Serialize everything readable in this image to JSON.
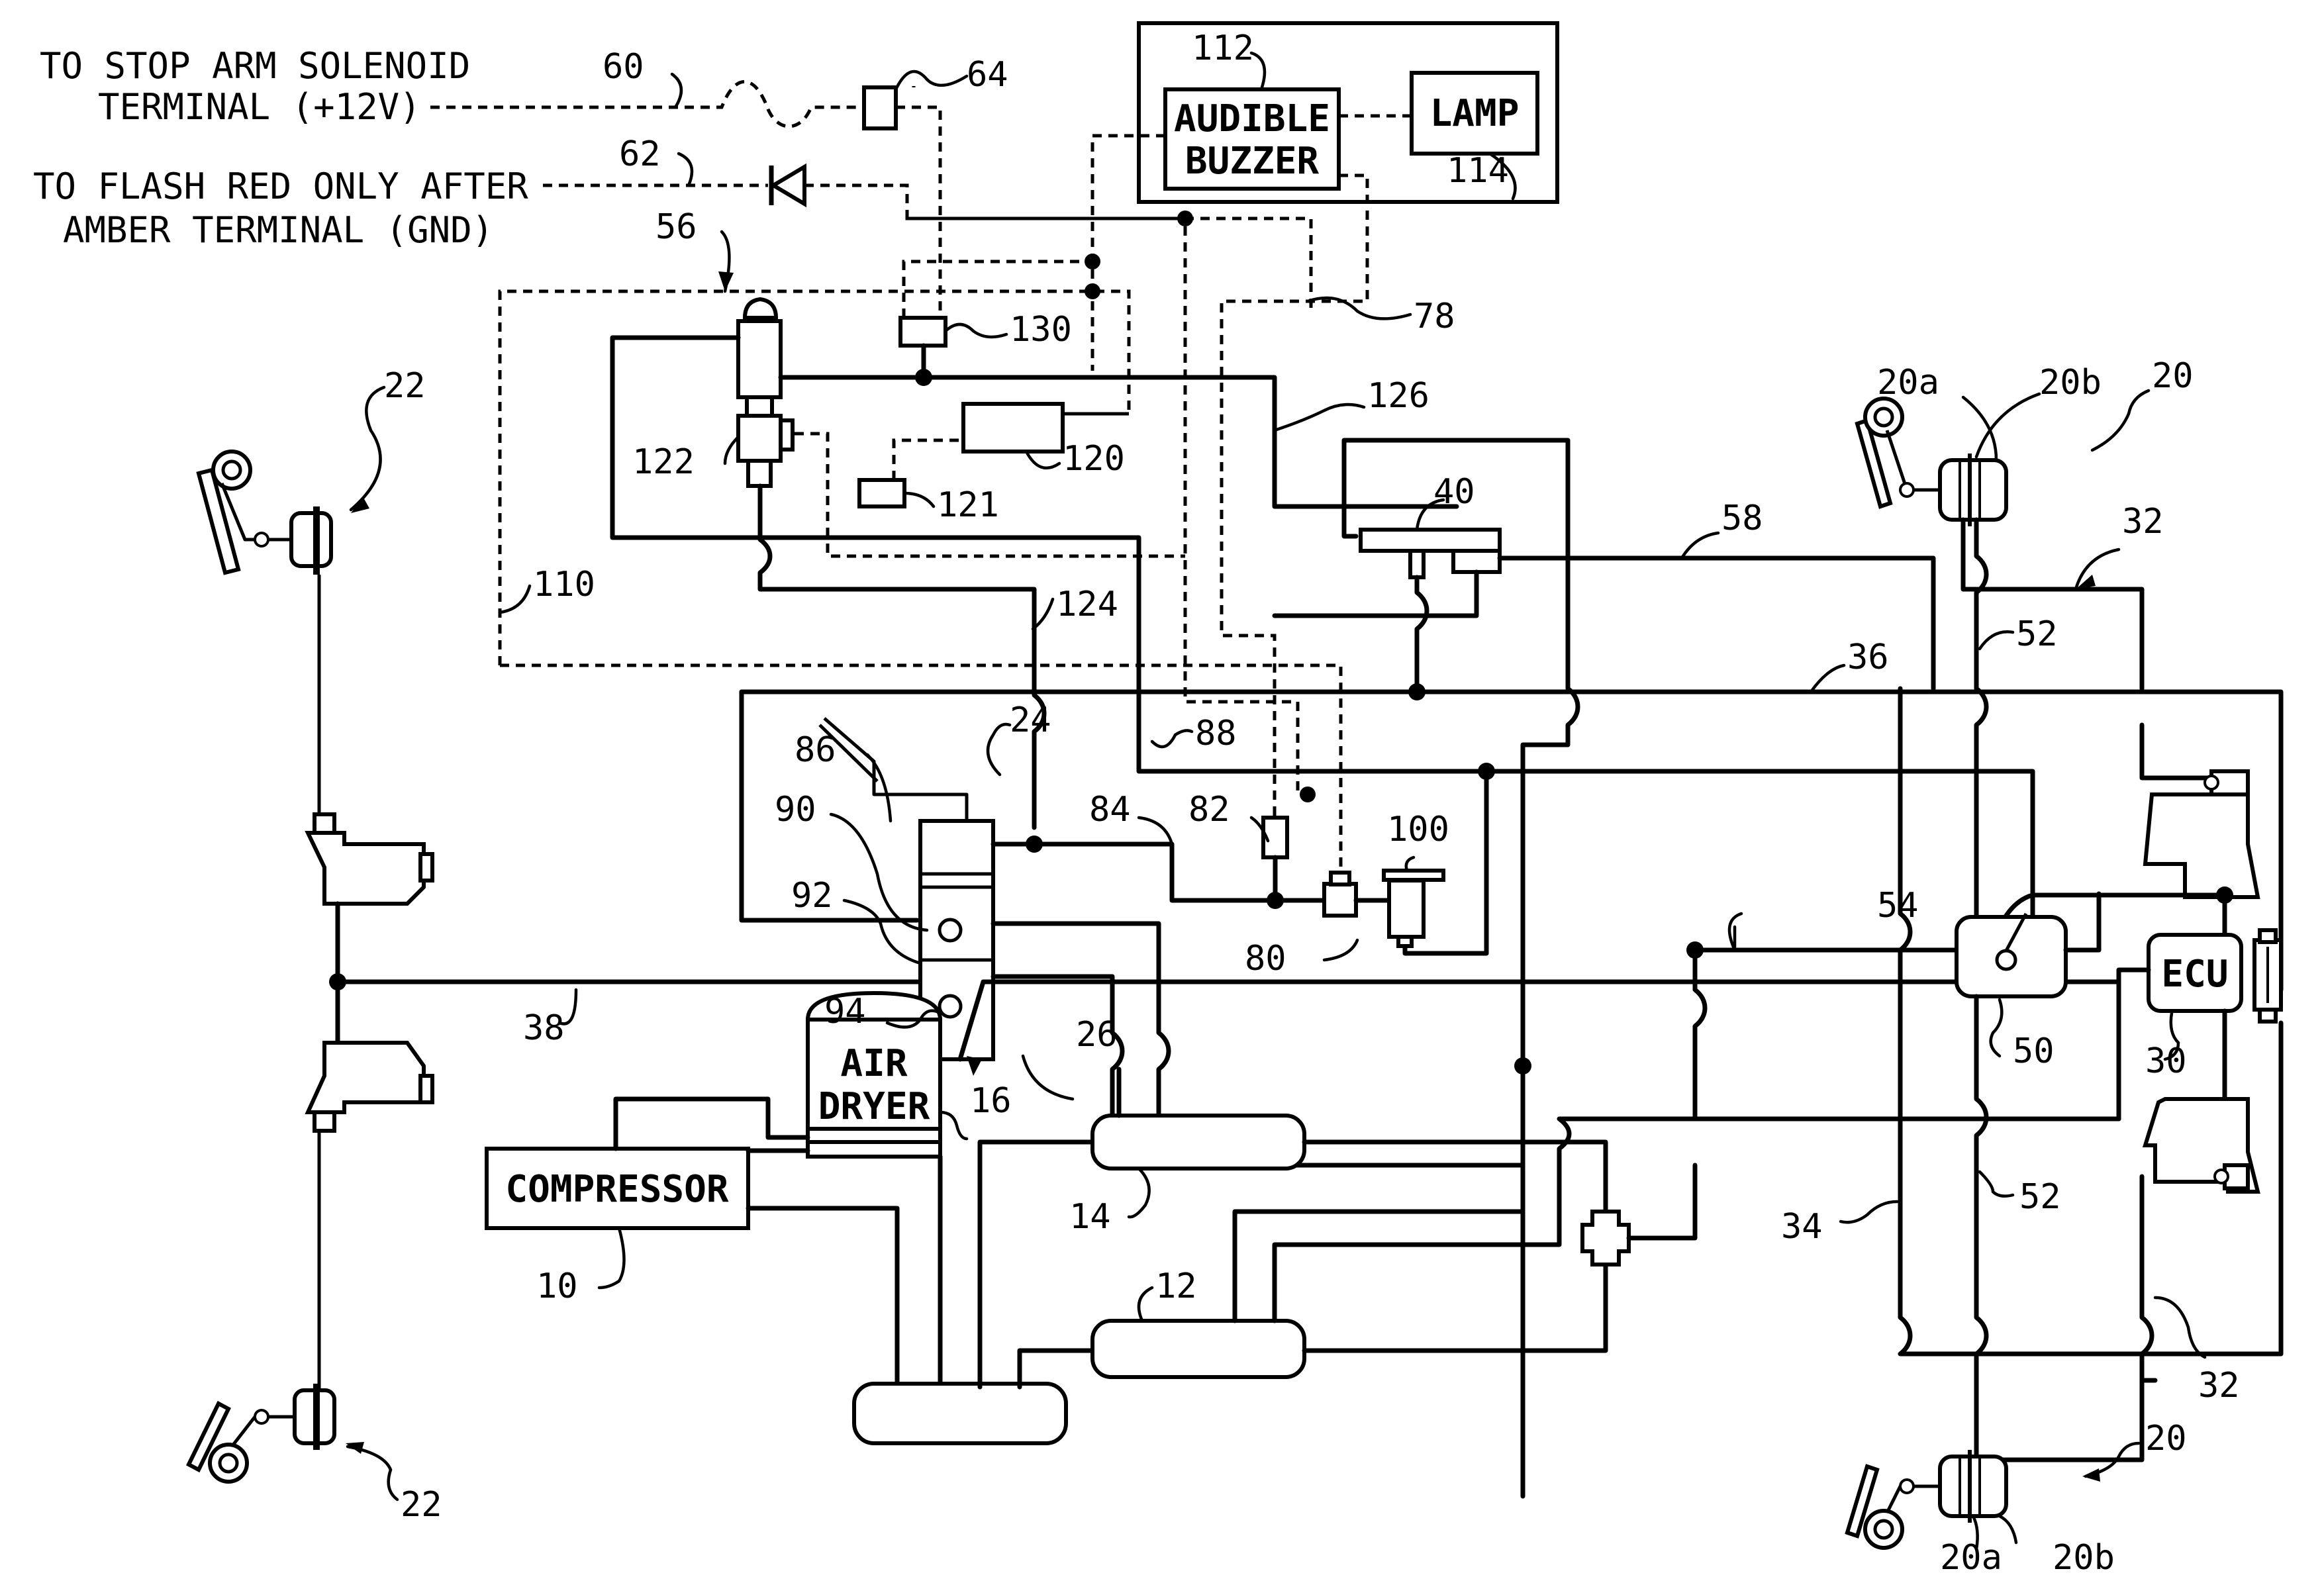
{
  "figure": {
    "type": "pneumatic-electrical schematic",
    "subject": "school bus air brake system with stop-arm interlock"
  },
  "notes": {
    "stop_arm_line1": "TO STOP ARM SOLENOID",
    "stop_arm_line2": "TERMINAL (+12V)",
    "flash_red_line1": "TO FLASH RED ONLY AFTER",
    "flash_red_line2": "AMBER TERMINAL (GND)"
  },
  "components": {
    "buzzer_line1": "AUDIBLE",
    "buzzer_line2": "BUZZER",
    "lamp": "LAMP",
    "ecu": "ECU",
    "air_dryer_line1": "AIR",
    "air_dryer_line2": "DRYER",
    "compressor": "COMPRESSOR"
  },
  "refs": {
    "r60": "60",
    "r62": "62",
    "r64": "64",
    "r56": "56",
    "r112": "112",
    "r114": "114",
    "r130": "130",
    "r78": "78",
    "r126": "126",
    "r122": "122",
    "r120": "120",
    "r121": "121",
    "r110": "110",
    "r124": "124",
    "r40": "40",
    "r58": "58",
    "r36": "36",
    "r32_top": "32",
    "r52_top": "52",
    "r20a_top": "20a",
    "r20b_top": "20b",
    "r20_top": "20",
    "r22_top": "22",
    "r24": "24",
    "r86": "86",
    "r88": "88",
    "r90": "90",
    "r84": "84",
    "r82": "82",
    "r100": "100",
    "r92": "92",
    "r94": "94",
    "r80": "80",
    "r26": "26",
    "r38": "38",
    "r54": "54",
    "r50": "50",
    "r30": "30",
    "r16": "16",
    "r14": "14",
    "r10": "10",
    "r12": "12",
    "r34": "34",
    "r52_bot": "52",
    "r32_bot": "32",
    "r20_bot": "20",
    "r20a_bot": "20a",
    "r20b_bot": "20b",
    "r22_bot": "22"
  }
}
